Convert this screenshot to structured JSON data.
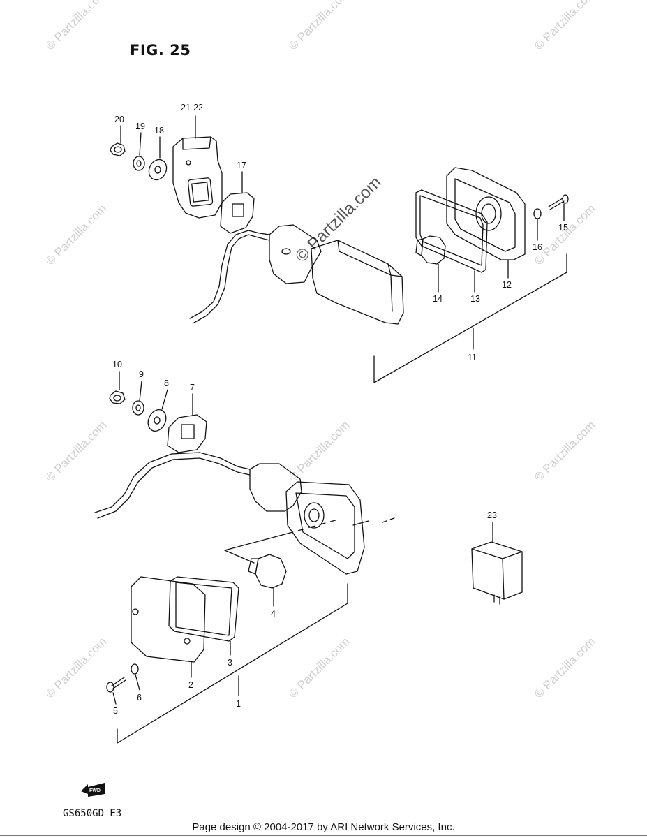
{
  "figure_title": "FIG. 25",
  "model_label": "GS650GD E3",
  "footer_text": "Page design © 2004-2017 by ARI Network Services, Inc.",
  "watermark_text": "© Partzilla.com",
  "fwd_label": "FWD",
  "callouts": {
    "c1": "1",
    "c2": "2",
    "c3": "3",
    "c4": "4",
    "c5": "5",
    "c6": "6",
    "c7": "7",
    "c8": "8",
    "c9": "9",
    "c10": "10",
    "c11": "11",
    "c12": "12",
    "c13": "13",
    "c14": "14",
    "c15": "15",
    "c16": "16",
    "c17": "17",
    "c18": "18",
    "c19": "19",
    "c20": "20",
    "c21_22": "21-22",
    "c23": "23"
  }
}
